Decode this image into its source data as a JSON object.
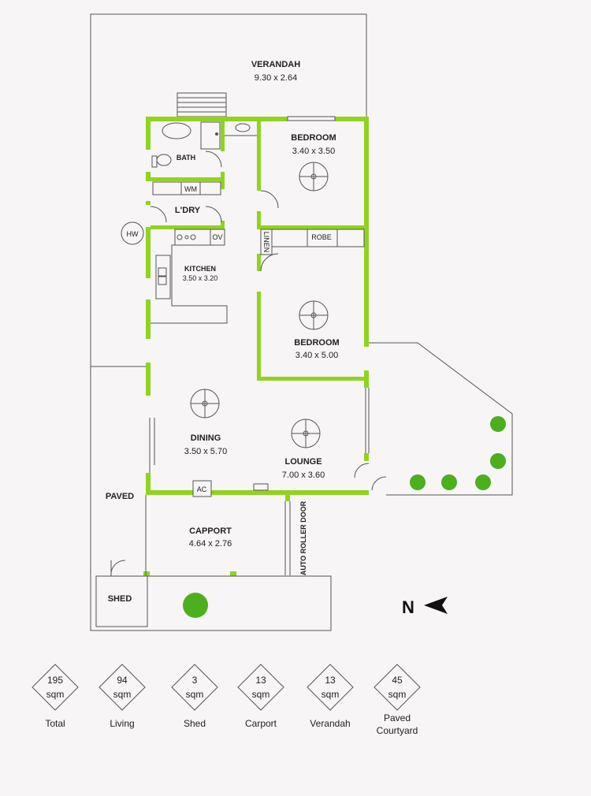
{
  "colors": {
    "wall": "#8fd41e",
    "line": "#555555",
    "background": "#f7f5f5"
  },
  "rooms": {
    "verandah": {
      "label": "VERANDAH",
      "dims": "9.30 x 2.64"
    },
    "bedroom1": {
      "label": "BEDROOM",
      "dims": "3.40 x 3.50"
    },
    "bath": {
      "label": "BATH"
    },
    "laundry": {
      "label": "L'DRY",
      "wm": "WM"
    },
    "hw": "HW",
    "oven": "OV",
    "linen": "LINEN",
    "robe": "ROBE",
    "kitchen": {
      "label": "KITCHEN",
      "dims": "3.50 x 3.20"
    },
    "bedroom2": {
      "label": "BEDROOM",
      "dims": "3.40 x 5.00"
    },
    "dining": {
      "label": "DINING",
      "dims": "3.50 x 5.70"
    },
    "lounge": {
      "label": "LOUNGE",
      "dims": "7.00 x 3.60"
    },
    "ac": "AC",
    "paved": "PAVED",
    "carport": {
      "label": "CAPPORT",
      "dims": "4.64 x 2.76"
    },
    "roller_door": "AUTO ROLLER DOOR",
    "shed": "SHED"
  },
  "compass": {
    "letter": "N"
  },
  "areas": [
    {
      "value": "195",
      "unit": "sqm",
      "label": "Total"
    },
    {
      "value": "94",
      "unit": "sqm",
      "label": "Living"
    },
    {
      "value": "3",
      "unit": "sqm",
      "label": "Shed"
    },
    {
      "value": "13",
      "unit": "sqm",
      "label": "Carport"
    },
    {
      "value": "13",
      "unit": "sqm",
      "label": "Verandah"
    },
    {
      "value": "45",
      "unit": "sqm",
      "label": "Paved Courtyard"
    }
  ]
}
